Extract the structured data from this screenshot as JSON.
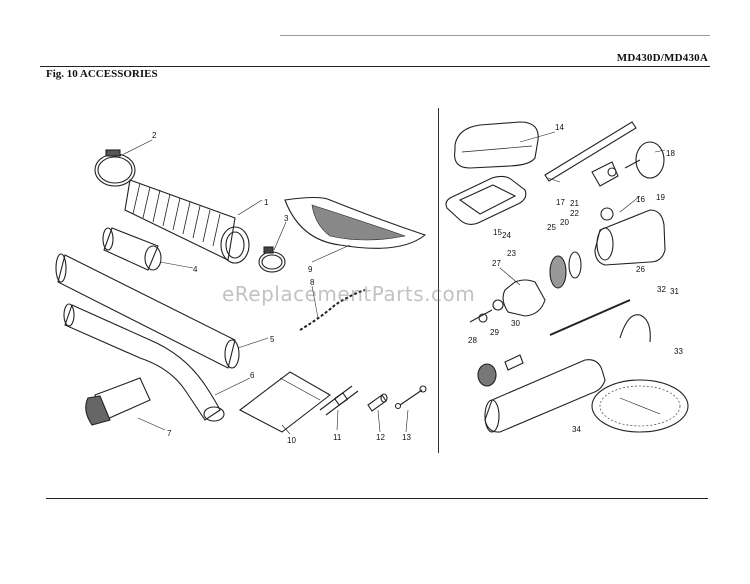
{
  "header": {
    "model": "MD430D/MD430A",
    "figure_title": "Fig. 10  ACCESSORIES"
  },
  "watermark": "eReplacementParts.com",
  "callouts": [
    "1",
    "2",
    "3",
    "4",
    "5",
    "6",
    "7",
    "8",
    "9",
    "10",
    "11",
    "12",
    "13",
    "14",
    "15",
    "16",
    "17",
    "18",
    "19",
    "20",
    "21",
    "22",
    "23",
    "24",
    "25",
    "26",
    "27",
    "28",
    "29",
    "30",
    "31",
    "32",
    "33",
    "34"
  ]
}
